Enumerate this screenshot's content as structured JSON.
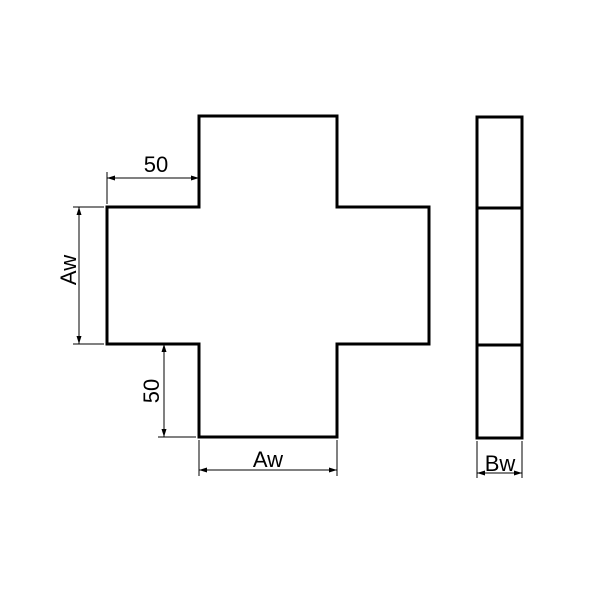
{
  "drawing": {
    "colors": {
      "line": "#000000",
      "background": "#ffffff"
    },
    "dimensions": {
      "top_left_arm_offset": "50",
      "bottom_left_arm_offset": "50",
      "arm_height": "Aw",
      "arm_width": "Aw",
      "side_thickness": "Bw"
    }
  }
}
